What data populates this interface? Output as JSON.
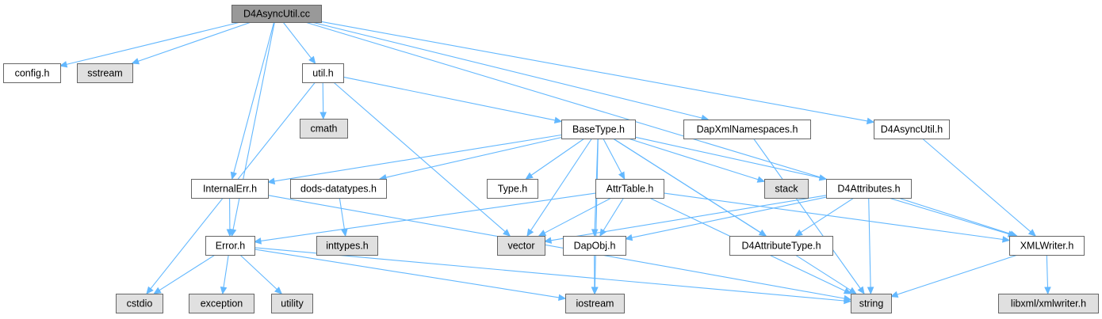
{
  "diagram": {
    "title": "",
    "colors": {
      "edge": "#63b8ff",
      "focus_fill": "#999999",
      "system_fill": "#e0e0e0",
      "local_fill": "#ffffff",
      "border": "#666666",
      "text": "#000000"
    },
    "nodes": [
      {
        "id": "d4asyncutil_cc",
        "label": "D4AsyncUtil.cc",
        "kind": "focus"
      },
      {
        "id": "config_h",
        "label": "config.h",
        "kind": "local"
      },
      {
        "id": "sstream",
        "label": "sstream",
        "kind": "system"
      },
      {
        "id": "util_h",
        "label": "util.h",
        "kind": "local"
      },
      {
        "id": "cmath",
        "label": "cmath",
        "kind": "system"
      },
      {
        "id": "basetype_h",
        "label": "BaseType.h",
        "kind": "local"
      },
      {
        "id": "dapxmlnamespaces_h",
        "label": "DapXmlNamespaces.h",
        "kind": "local"
      },
      {
        "id": "d4asyncutil_h",
        "label": "D4AsyncUtil.h",
        "kind": "local"
      },
      {
        "id": "internalerr_h",
        "label": "InternalErr.h",
        "kind": "local"
      },
      {
        "id": "dods_datatypes_h",
        "label": "dods-datatypes.h",
        "kind": "local"
      },
      {
        "id": "type_h",
        "label": "Type.h",
        "kind": "local"
      },
      {
        "id": "attrtable_h",
        "label": "AttrTable.h",
        "kind": "local"
      },
      {
        "id": "stack",
        "label": "stack",
        "kind": "system"
      },
      {
        "id": "d4attributes_h",
        "label": "D4Attributes.h",
        "kind": "local"
      },
      {
        "id": "error_h",
        "label": "Error.h",
        "kind": "local"
      },
      {
        "id": "inttypes_h",
        "label": "inttypes.h",
        "kind": "system"
      },
      {
        "id": "vector",
        "label": "vector",
        "kind": "system"
      },
      {
        "id": "dapobj_h",
        "label": "DapObj.h",
        "kind": "local"
      },
      {
        "id": "d4attributetype_h",
        "label": "D4AttributeType.h",
        "kind": "local"
      },
      {
        "id": "xmlwriter_h",
        "label": "XMLWriter.h",
        "kind": "local"
      },
      {
        "id": "cstdio",
        "label": "cstdio",
        "kind": "system"
      },
      {
        "id": "exception",
        "label": "exception",
        "kind": "system"
      },
      {
        "id": "utility",
        "label": "utility",
        "kind": "system"
      },
      {
        "id": "iostream",
        "label": "iostream",
        "kind": "system"
      },
      {
        "id": "string",
        "label": "string",
        "kind": "system"
      },
      {
        "id": "libxml_xmlwriter_h",
        "label": "libxml/xmlwriter.h",
        "kind": "system"
      }
    ],
    "edges": [
      [
        "d4asyncutil_cc",
        "config_h"
      ],
      [
        "d4asyncutil_cc",
        "sstream"
      ],
      [
        "d4asyncutil_cc",
        "util_h"
      ],
      [
        "d4asyncutil_cc",
        "internalerr_h"
      ],
      [
        "d4asyncutil_cc",
        "error_h"
      ],
      [
        "d4asyncutil_cc",
        "dapxmlnamespaces_h"
      ],
      [
        "d4asyncutil_cc",
        "d4asyncutil_h"
      ],
      [
        "d4asyncutil_cc",
        "xmlwriter_h"
      ],
      [
        "util_h",
        "cmath"
      ],
      [
        "util_h",
        "basetype_h"
      ],
      [
        "util_h",
        "cstdio"
      ],
      [
        "util_h",
        "vector"
      ],
      [
        "basetype_h",
        "internalerr_h"
      ],
      [
        "basetype_h",
        "dods_datatypes_h"
      ],
      [
        "basetype_h",
        "type_h"
      ],
      [
        "basetype_h",
        "attrtable_h"
      ],
      [
        "basetype_h",
        "stack"
      ],
      [
        "basetype_h",
        "d4attributes_h"
      ],
      [
        "basetype_h",
        "vector"
      ],
      [
        "basetype_h",
        "dapobj_h"
      ],
      [
        "basetype_h",
        "d4attributetype_h"
      ],
      [
        "basetype_h",
        "iostream"
      ],
      [
        "basetype_h",
        "string"
      ],
      [
        "dapxmlnamespaces_h",
        "string"
      ],
      [
        "d4asyncutil_h",
        "xmlwriter_h"
      ],
      [
        "internalerr_h",
        "error_h"
      ],
      [
        "internalerr_h",
        "string"
      ],
      [
        "dods_datatypes_h",
        "inttypes_h"
      ],
      [
        "attrtable_h",
        "error_h"
      ],
      [
        "attrtable_h",
        "vector"
      ],
      [
        "attrtable_h",
        "dapobj_h"
      ],
      [
        "attrtable_h",
        "xmlwriter_h"
      ],
      [
        "attrtable_h",
        "string"
      ],
      [
        "d4attributes_h",
        "vector"
      ],
      [
        "d4attributes_h",
        "dapobj_h"
      ],
      [
        "d4attributes_h",
        "d4attributetype_h"
      ],
      [
        "d4attributes_h",
        "xmlwriter_h"
      ],
      [
        "d4attributes_h",
        "string"
      ],
      [
        "error_h",
        "cstdio"
      ],
      [
        "error_h",
        "exception"
      ],
      [
        "error_h",
        "utility"
      ],
      [
        "error_h",
        "iostream"
      ],
      [
        "error_h",
        "string"
      ],
      [
        "dapobj_h",
        "iostream"
      ],
      [
        "xmlwriter_h",
        "libxml_xmlwriter_h"
      ],
      [
        "xmlwriter_h",
        "string"
      ]
    ]
  }
}
